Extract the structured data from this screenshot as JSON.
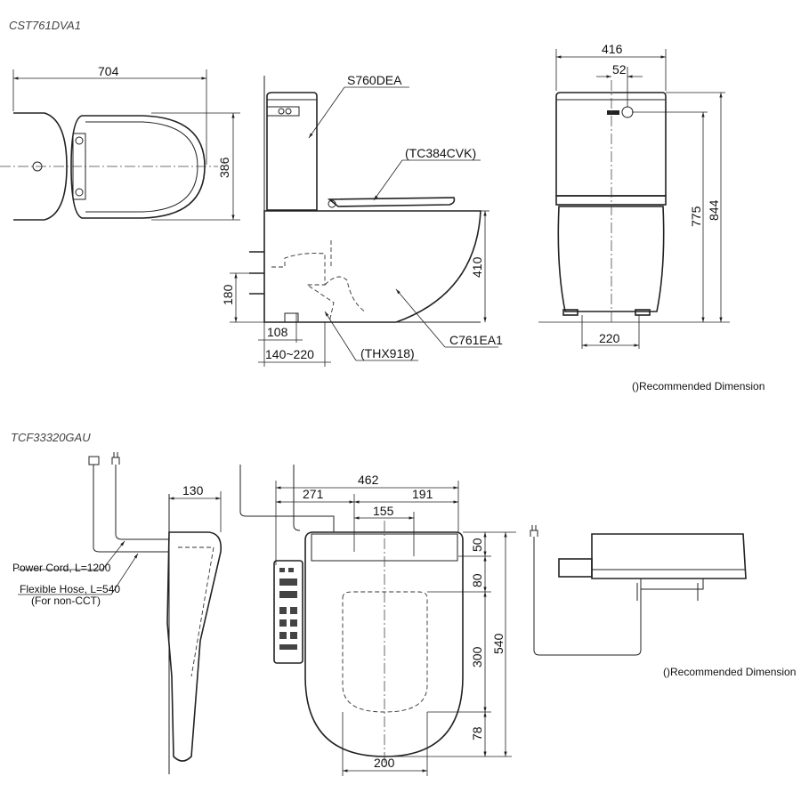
{
  "models": {
    "toilet_model": "CST761DVA1",
    "seat_model": "TCF33320GAU"
  },
  "toilet": {
    "top_view": {
      "length": "704",
      "width": "386"
    },
    "side_view": {
      "tank_label": "S760DEA",
      "seat_label": "(TC384CVK)",
      "bowl_label": "C761EA1",
      "trap_label": "(THX918)",
      "bowl_height": "410",
      "inlet_height": "180",
      "inlet_offset": "108",
      "setout": "140~220"
    },
    "front_view": {
      "width": "416",
      "inlet_offset": "52",
      "total_height": "844",
      "tank_height": "775",
      "foot_spacing": "220"
    },
    "note": "()Recommended Dimension"
  },
  "seat": {
    "power_cord": "Power Cord, L=1200",
    "hose_line1": "Flexible Hose, L=540",
    "hose_line2": "(For non-CCT)",
    "side_depth": "130",
    "overall_length": "462",
    "rear_length": "271",
    "front_length": "191",
    "hinge_spacing": "155",
    "dim_50": "50",
    "dim_80": "80",
    "dim_300": "300",
    "dim_540": "540",
    "dim_78": "78",
    "dim_200": "200",
    "note": "()Recommended Dimension"
  }
}
